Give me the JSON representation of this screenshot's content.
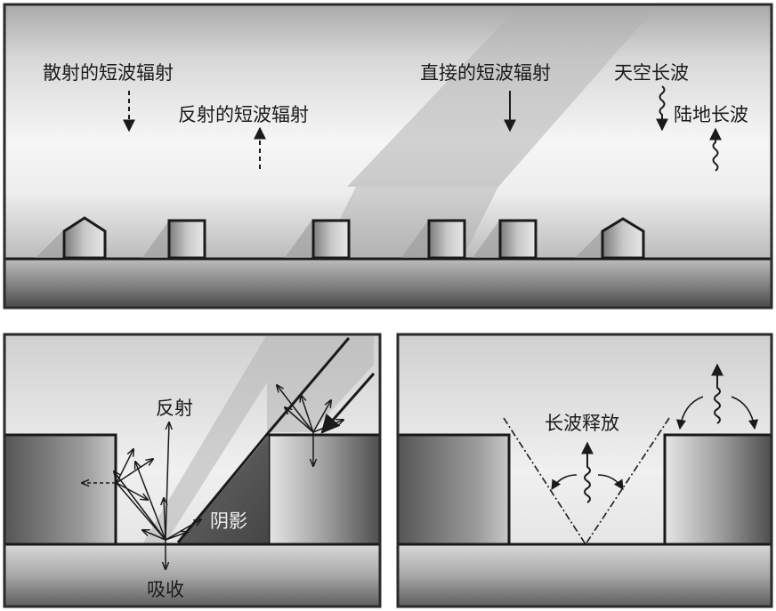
{
  "top_panel": {
    "labels": {
      "scattered": "散射的短波辐射",
      "reflected": "反射的短波辐射",
      "direct": "直接的短波辐射",
      "sky_longwave": "天空长波",
      "land_longwave": "陆地长波"
    }
  },
  "bottom_left_panel": {
    "labels": {
      "reflection": "反射",
      "shadow": "阴影",
      "absorption": "吸收"
    }
  },
  "bottom_right_panel": {
    "labels": {
      "longwave_emission": "长波释放"
    }
  },
  "colors": {
    "frame": "#2a2a2a",
    "ground_dark": "#444444",
    "building_face": "#8a8a8a",
    "shadow": "#555555"
  }
}
